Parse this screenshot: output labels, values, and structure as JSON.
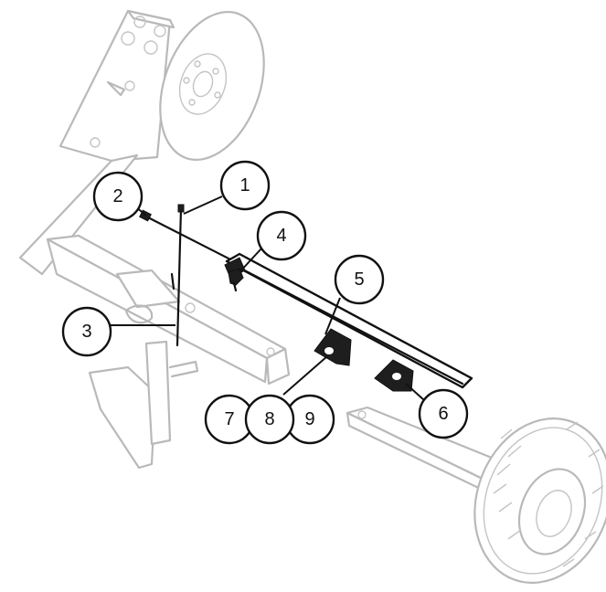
{
  "callouts": [
    {
      "id": "c1",
      "label": "1"
    },
    {
      "id": "c2",
      "label": "2"
    },
    {
      "id": "c3",
      "label": "3"
    },
    {
      "id": "c4",
      "label": "4"
    },
    {
      "id": "c5",
      "label": "5"
    },
    {
      "id": "c6",
      "label": "6"
    },
    {
      "id": "c7",
      "label": "7"
    },
    {
      "id": "c8",
      "label": "8"
    },
    {
      "id": "c9",
      "label": "9"
    }
  ],
  "colors": {
    "ghost_outline": "#b9b9b9",
    "highlighted_part": "#1e1e1e",
    "callout_stroke": "#111111"
  }
}
